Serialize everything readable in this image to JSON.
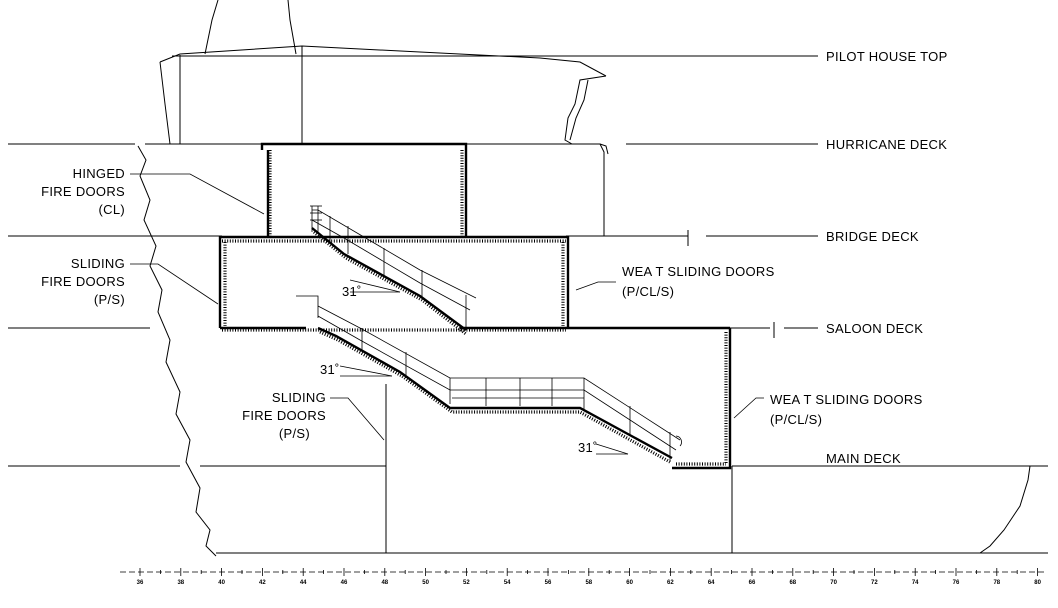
{
  "decks": {
    "pilot_house_top": "PILOT HOUSE TOP",
    "hurricane_deck": "HURRICANE DECK",
    "bridge_deck": "BRIDGE DECK",
    "saloon_deck": "SALOON DECK",
    "main_deck": "MAIN DECK"
  },
  "callouts": {
    "hinged": [
      "HINGED",
      "FIRE DOORS",
      "(CL)"
    ],
    "sliding_upper": [
      "SLIDING",
      "FIRE DOORS",
      "(P/S)"
    ],
    "sliding_lower": [
      "SLIDING",
      "FIRE DOORS",
      "(P/S)"
    ],
    "weat_upper": [
      "WEA T SLIDING DOORS",
      "(P/CL/S)"
    ],
    "weat_lower": [
      "WEA T SLIDING DOORS",
      "(P/CL/S)"
    ]
  },
  "angles": {
    "upper_stair": "31",
    "middle_stair": "31",
    "lower_stair": "31"
  },
  "frame_ticks": [
    "36",
    "38",
    "40",
    "42",
    "44",
    "46",
    "48",
    "50",
    "52",
    "54",
    "56",
    "58",
    "60",
    "62",
    "64",
    "66",
    "68",
    "70",
    "72",
    "74",
    "76",
    "78",
    "80"
  ]
}
